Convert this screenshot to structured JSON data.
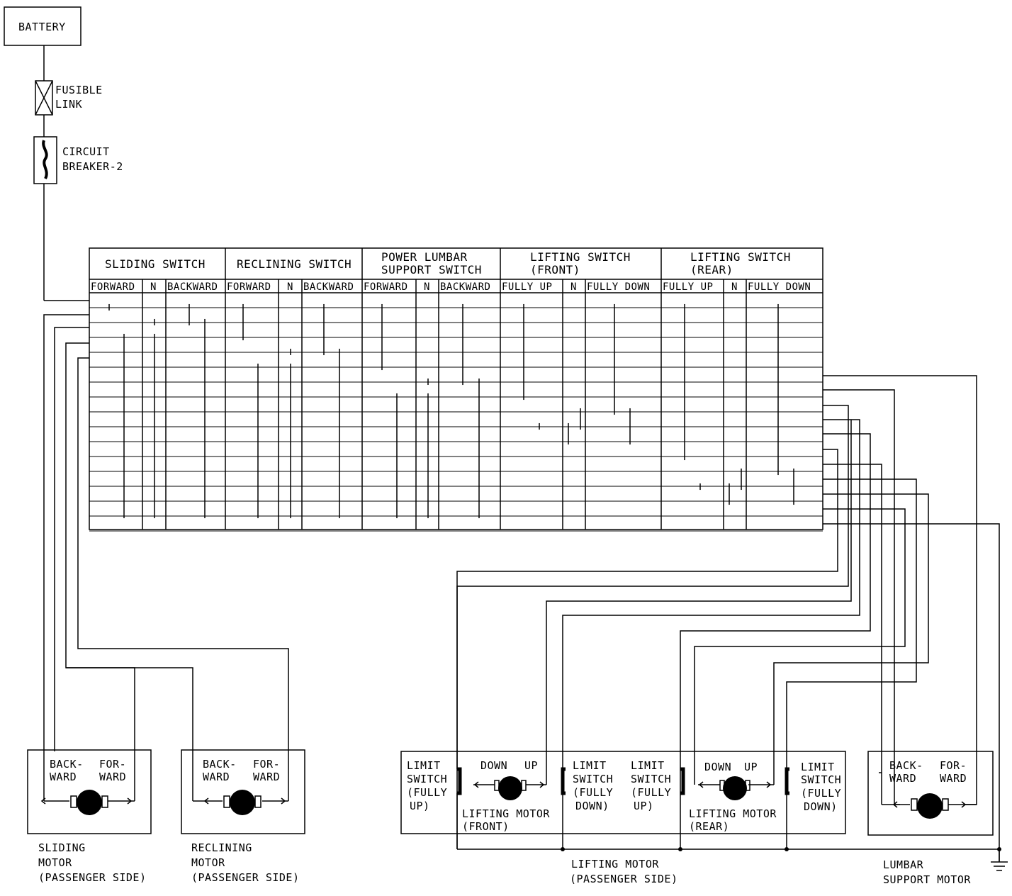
{
  "power_chain": {
    "battery": "BATTERY",
    "fusible_link": [
      "FUSIBLE",
      "LINK"
    ],
    "circuit_breaker": [
      "CIRCUIT",
      "BREAKER-2"
    ]
  },
  "switch_table": {
    "groups": [
      {
        "title": [
          "SLIDING SWITCH"
        ]
      },
      {
        "title": [
          "RECLINING SWITCH"
        ]
      },
      {
        "title": [
          "POWER LUMBAR",
          "SUPPORT SWITCH"
        ]
      },
      {
        "title": [
          "LIFTING SWITCH",
          "(FRONT)"
        ]
      },
      {
        "title": [
          "LIFTING SWITCH",
          "(REAR)"
        ]
      }
    ],
    "columns": [
      "FORWARD",
      "N",
      "BACKWARD",
      "FORWARD",
      "N",
      "BACKWARD",
      "FORWARD",
      "N",
      "BACKWARD",
      "FULLY UP",
      "N",
      "FULLY DOWN",
      "FULLY UP",
      "N",
      "FULLY DOWN"
    ]
  },
  "motors": {
    "sliding": {
      "left": [
        "BACK-",
        "WARD"
      ],
      "right": [
        "FOR-",
        "WARD"
      ],
      "symbol": "M",
      "caption": [
        "SLIDING",
        "MOTOR",
        "(PASSENGER SIDE)"
      ]
    },
    "reclining": {
      "left": [
        "BACK-",
        "WARD"
      ],
      "right": [
        "FOR-",
        "WARD"
      ],
      "symbol": "M",
      "caption": [
        "RECLINING",
        "MOTOR",
        "(PASSENGER SIDE)"
      ]
    },
    "lifting": {
      "limit_up_front": [
        "LIMIT",
        "SWITCH",
        "(FULLY",
        "UP)"
      ],
      "front_dir": [
        "DOWN",
        "UP"
      ],
      "front_label": [
        "LIFTING MOTOR",
        "(FRONT)"
      ],
      "limit_down_front": [
        "LIMIT",
        "SWITCH",
        "(FULLY",
        "DOWN)"
      ],
      "limit_up_rear": [
        "LIMIT",
        "SWITCH",
        "(FULLY",
        "UP)"
      ],
      "rear_dir": [
        "DOWN",
        "UP"
      ],
      "rear_label": [
        "LIFTING MOTOR",
        "(REAR)"
      ],
      "limit_down_rear": [
        "LIMIT",
        "SWITCH",
        "(FULLY",
        "DOWN)"
      ],
      "symbol": "M",
      "caption": [
        "LIFTING MOTOR",
        "(PASSENGER SIDE)"
      ]
    },
    "lumbar": {
      "left": [
        "BACK-",
        "WARD"
      ],
      "right": [
        "FOR-",
        "WARD"
      ],
      "symbol": "M",
      "caption": [
        "LUMBAR",
        "SUPPORT MOTOR"
      ]
    }
  }
}
